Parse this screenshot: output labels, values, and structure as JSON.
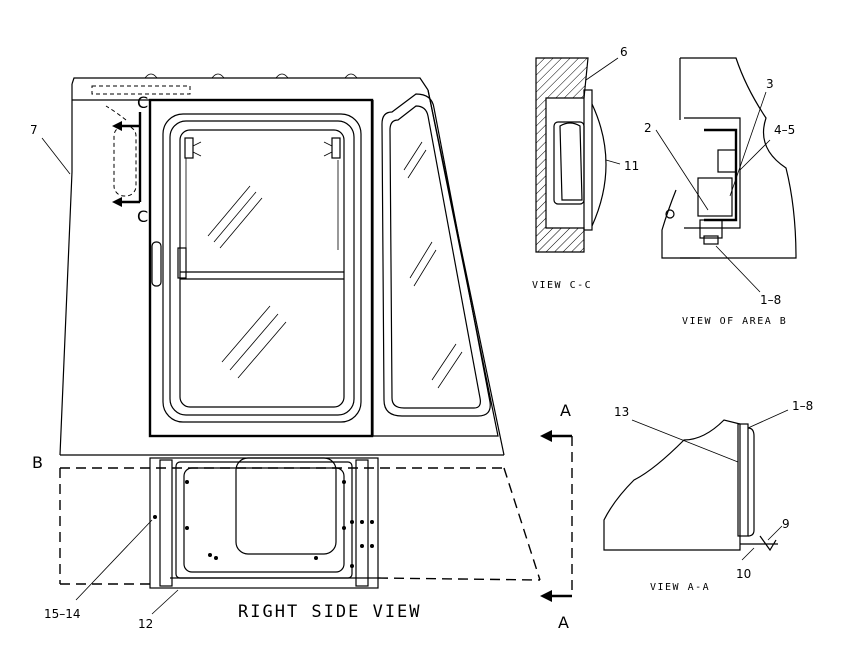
{
  "views": {
    "main_title": "RIGHT SIDE VIEW",
    "view_cc": "VIEW C-C",
    "view_area_b": "VIEW OF AREA B",
    "view_aa": "VIEW A-A"
  },
  "section_marks": {
    "c_top": "C",
    "c_bottom": "C",
    "a_top": "A",
    "a_bottom": "A",
    "b": "B"
  },
  "callouts": {
    "c7": "7",
    "c6": "6",
    "c11": "11",
    "c3": "3",
    "c2": "2",
    "c4_5": "4–5",
    "c1_8_b": "1–8",
    "c13": "13",
    "c1_8_a": "1–8",
    "c9": "9",
    "c10": "10",
    "c15_14": "15–14",
    "c12": "12"
  }
}
